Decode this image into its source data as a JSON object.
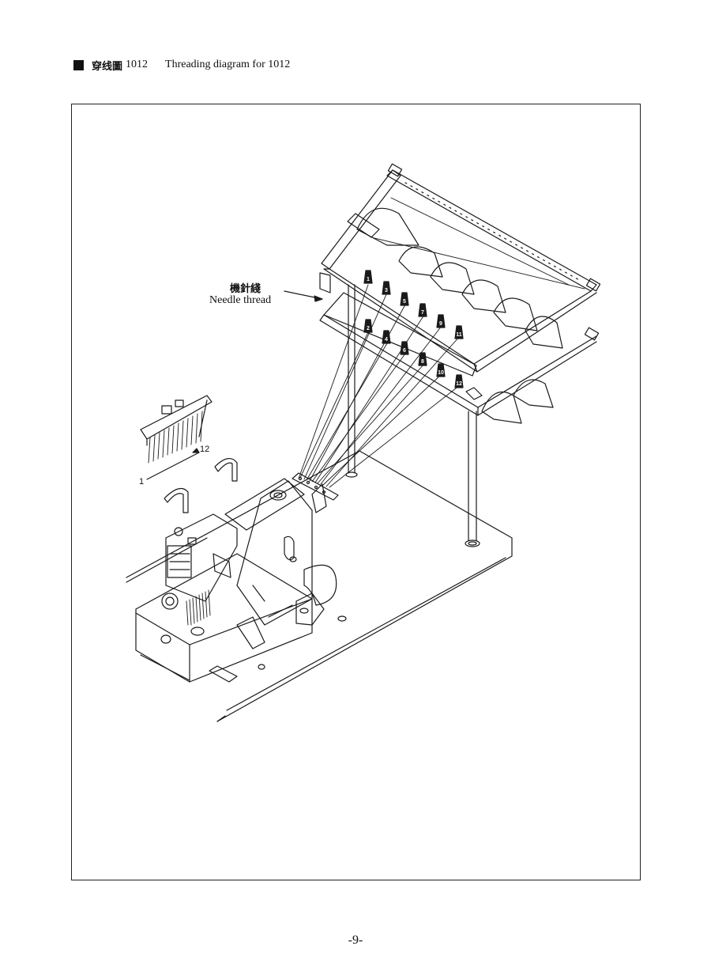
{
  "header": {
    "title_zh": "穿线圖",
    "model": "1012",
    "title_en": "Threading diagram for 1012"
  },
  "figure": {
    "label_zh": "機針綫",
    "label_en": "Needle thread",
    "needle_first": "1",
    "needle_last": "12",
    "cones_top": [
      "1",
      "3",
      "5",
      "7",
      "9",
      "11"
    ],
    "cones_bottom": [
      "2",
      "4",
      "6",
      "8",
      "10",
      "12"
    ]
  },
  "footer": {
    "page_number": "-9-"
  }
}
